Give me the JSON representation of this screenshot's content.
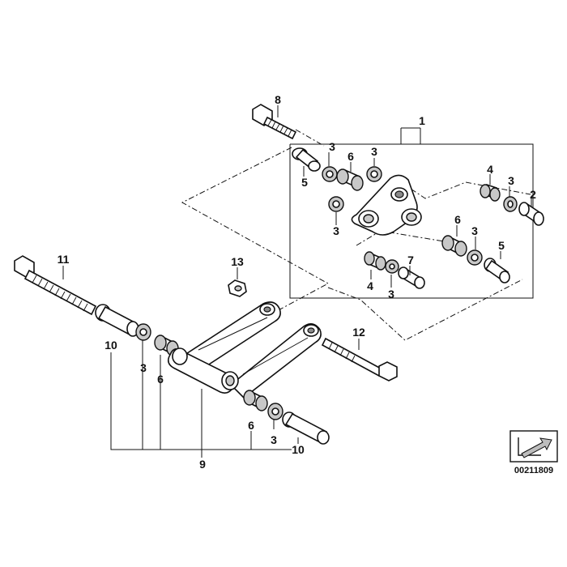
{
  "callouts": {
    "c1": "1",
    "c2": "2",
    "c3a": "3",
    "c3b": "3",
    "c3c": "3",
    "c3d": "3",
    "c3e": "3",
    "c3f": "3",
    "c3g": "3",
    "c3h": "3",
    "c4a": "4",
    "c4b": "4",
    "c5a": "5",
    "c5b": "5",
    "c6a": "6",
    "c6b": "6",
    "c6c": "6",
    "c6d": "6",
    "c7": "7",
    "c8": "8",
    "c9": "9",
    "c10a": "10",
    "c10b": "10",
    "c11": "11",
    "c12": "12",
    "c13": "13"
  },
  "reference_number": "00211809",
  "icon": "diagram-reference-arrow-icon"
}
